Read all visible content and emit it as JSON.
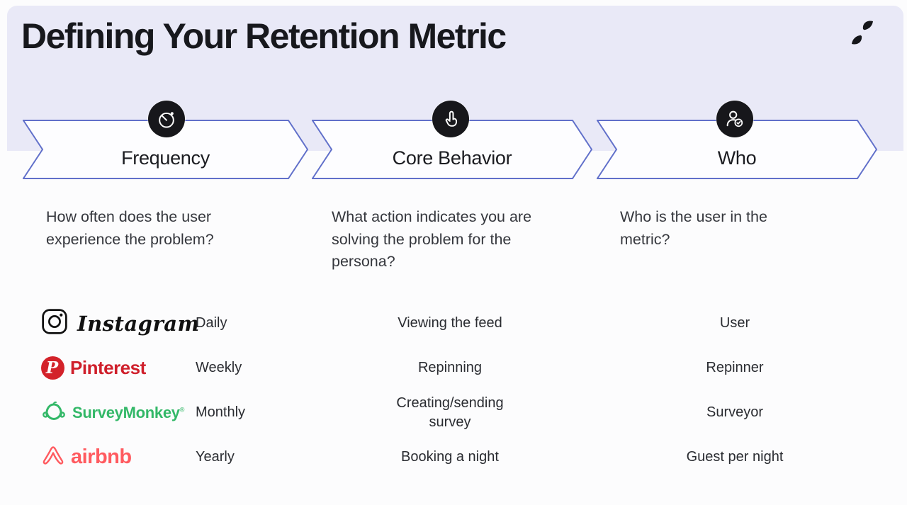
{
  "slide": {
    "title": "Defining Your Retention Metric",
    "brand_logo": "reforge-mark"
  },
  "colors": {
    "header_bg": "#e9e9f7",
    "chevron_border": "#6170ca",
    "icon_circle_bg": "#17171b",
    "instagram_black": "#111111",
    "pinterest_red": "#cf1f2b",
    "surveymonkey_green": "#33b868",
    "airbnb_coral": "#ff5a5f"
  },
  "steps": [
    {
      "label": "Frequency",
      "icon": "stopwatch-icon",
      "question": "How often does the user experience the problem?"
    },
    {
      "label": "Core Behavior",
      "icon": "tap-hand-icon",
      "question": "What action indicates you are solving the problem for the persona?"
    },
    {
      "label": "Who",
      "icon": "user-check-icon",
      "question": "Who is the user in the metric?"
    }
  ],
  "table": {
    "rows": [
      {
        "company": "Instagram",
        "frequency": "Daily",
        "core_behavior": "Viewing the feed",
        "who": "User"
      },
      {
        "company": "Pinterest",
        "badge_letter": "P",
        "frequency": "Weekly",
        "core_behavior": "Repinning",
        "who": "Repinner"
      },
      {
        "company": "SurveyMonkey",
        "trademark": "®",
        "frequency": "Monthly",
        "core_behavior": "Creating/sending survey",
        "who": "Surveyor"
      },
      {
        "company": "airbnb",
        "frequency": "Yearly",
        "core_behavior": "Booking a night",
        "who": "Guest per night"
      }
    ]
  }
}
